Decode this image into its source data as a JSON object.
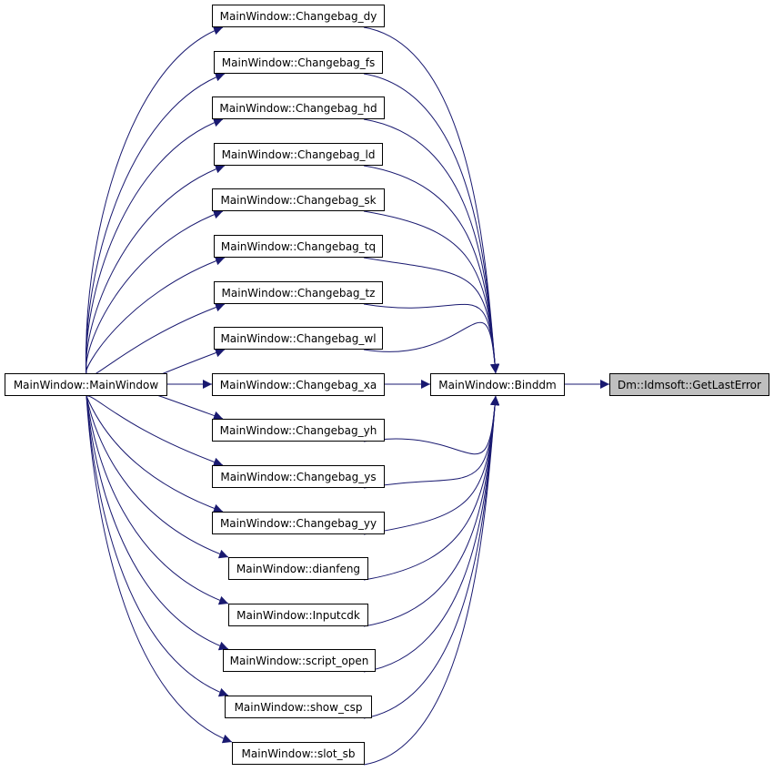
{
  "colors": {
    "edge": "#191970",
    "node_border": "#000000",
    "node_fill": "#ffffff",
    "highlight_fill": "#bfbfbf"
  },
  "nodes": {
    "main_window": "MainWindow::MainWindow",
    "changebag_dy": "MainWindow::Changebag_dy",
    "changebag_fs": "MainWindow::Changebag_fs",
    "changebag_hd": "MainWindow::Changebag_hd",
    "changebag_ld": "MainWindow::Changebag_ld",
    "changebag_sk": "MainWindow::Changebag_sk",
    "changebag_tq": "MainWindow::Changebag_tq",
    "changebag_tz": "MainWindow::Changebag_tz",
    "changebag_wl": "MainWindow::Changebag_wl",
    "changebag_xa": "MainWindow::Changebag_xa",
    "changebag_yh": "MainWindow::Changebag_yh",
    "changebag_ys": "MainWindow::Changebag_ys",
    "changebag_yy": "MainWindow::Changebag_yy",
    "dianfeng": "MainWindow::dianfeng",
    "inputcdk": "MainWindow::Inputcdk",
    "script_open": "MainWindow::script_open",
    "show_csp": "MainWindow::show_csp",
    "slot_sb": "MainWindow::slot_sb",
    "binddm": "MainWindow::Binddm",
    "get_last_error": "Dm::Idmsoft::GetLastError"
  }
}
